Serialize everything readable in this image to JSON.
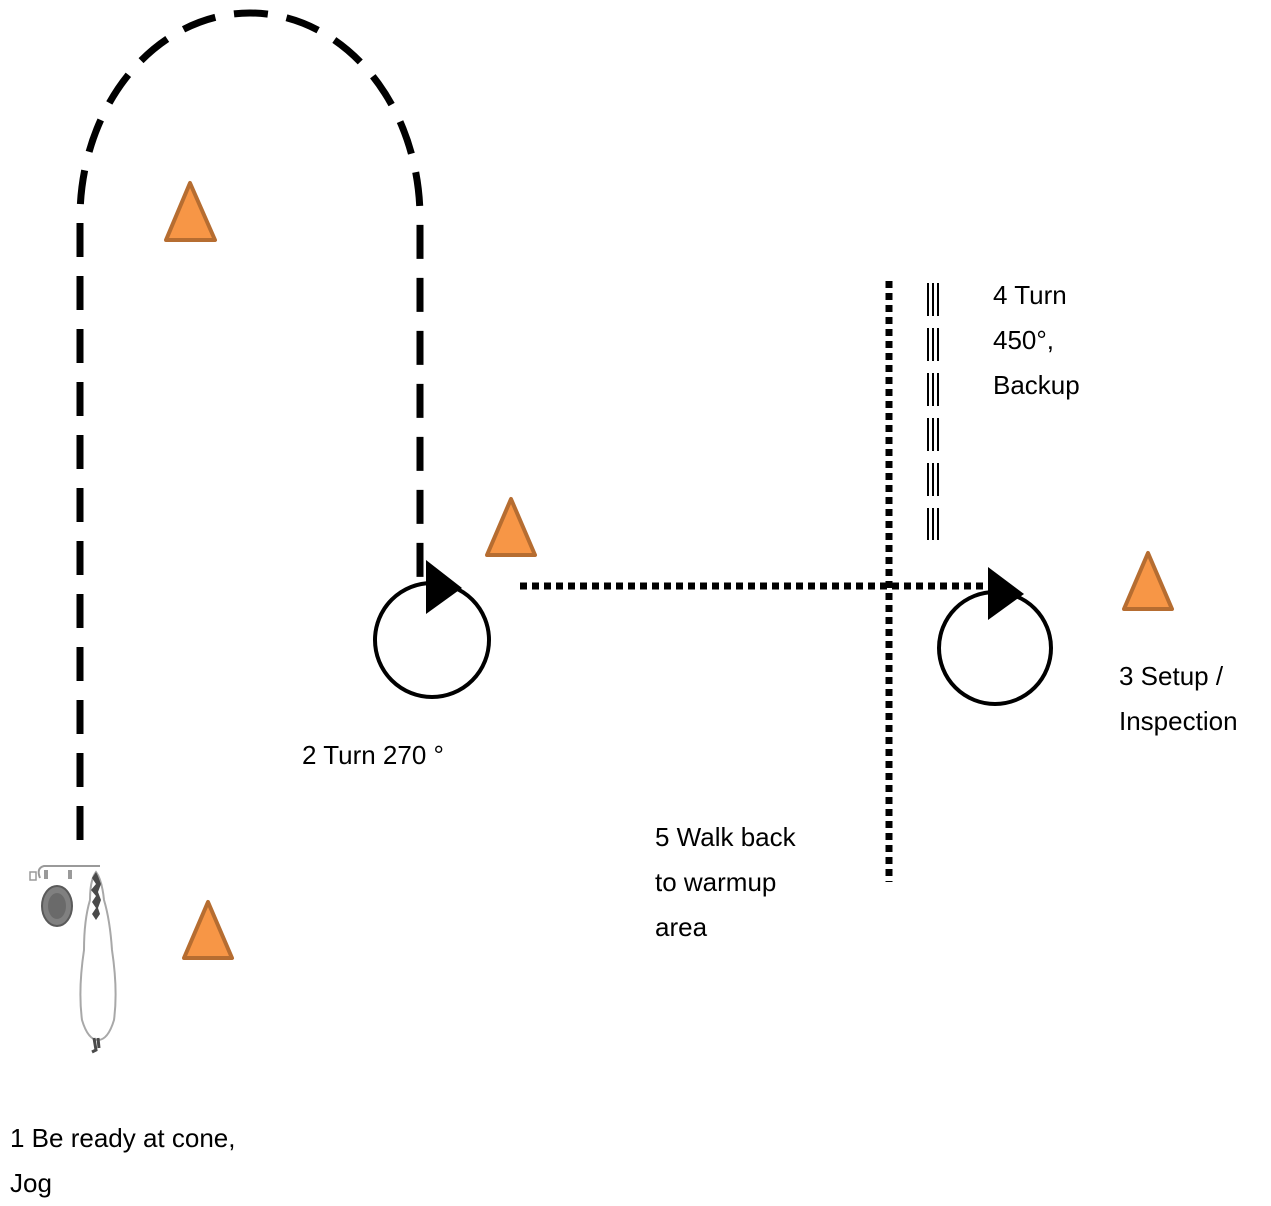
{
  "colors": {
    "cone_fill": "#F79646",
    "cone_stroke": "#B66D31",
    "path_stroke": "#000000",
    "handler_fill": "#808080",
    "horse_fill": "#ffffff",
    "horse_stroke": "#9a9a9a"
  },
  "icons": {
    "cone": "cone-triangle-icon",
    "turn": "circular-arrow-icon",
    "handler": "handler-icon",
    "horse": "horse-topdown-icon"
  },
  "labels": {
    "step1": {
      "line1": "1 Be ready at cone,",
      "line2": "Jog"
    },
    "step2": {
      "line1": "2 Turn 270 °"
    },
    "step3": {
      "line1": "3 Setup /",
      "line2": "Inspection"
    },
    "step4": {
      "line1": "4 Turn",
      "line2": "450°,",
      "line3": "Backup"
    },
    "step5": {
      "line1": "5 Walk back",
      "line2": "to warmup",
      "line3": "area"
    }
  }
}
